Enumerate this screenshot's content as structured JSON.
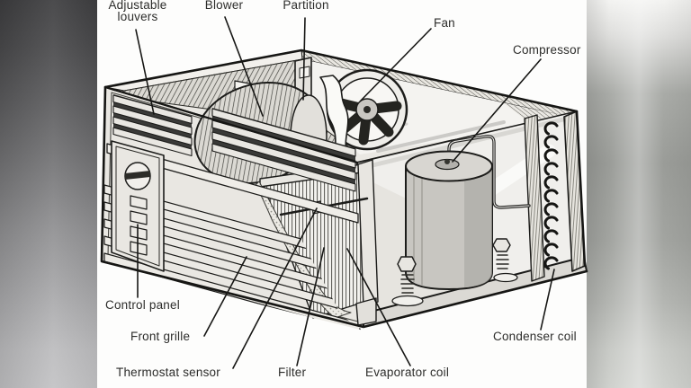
{
  "diagram": {
    "type": "technical-cutaway-illustration",
    "subject": "Window air conditioner components",
    "labels": {
      "adjustable_louvers": "Adjustable\nlouvers",
      "blower": "Blower",
      "partition": "Partition",
      "fan": "Fan",
      "compressor": "Compressor",
      "control_panel": "Control panel",
      "front_grille": "Front grille",
      "thermostat_sensor": "Thermostat sensor",
      "filter": "Filter",
      "evaporator_coil": "Evaporator coil",
      "condenser_coil": "Condenser coil"
    },
    "colors": {
      "ink": "#1c1c1a",
      "paper": "#fdfdfc",
      "cabinet_fill": "#e9e7e2",
      "shadow_fill": "#c8c6c1",
      "dark_backing": "#3a3a38",
      "band_left_top": "#3e3e40",
      "band_left_bottom": "#c2c2c4",
      "band_right_mid": "#9a9c98"
    }
  }
}
